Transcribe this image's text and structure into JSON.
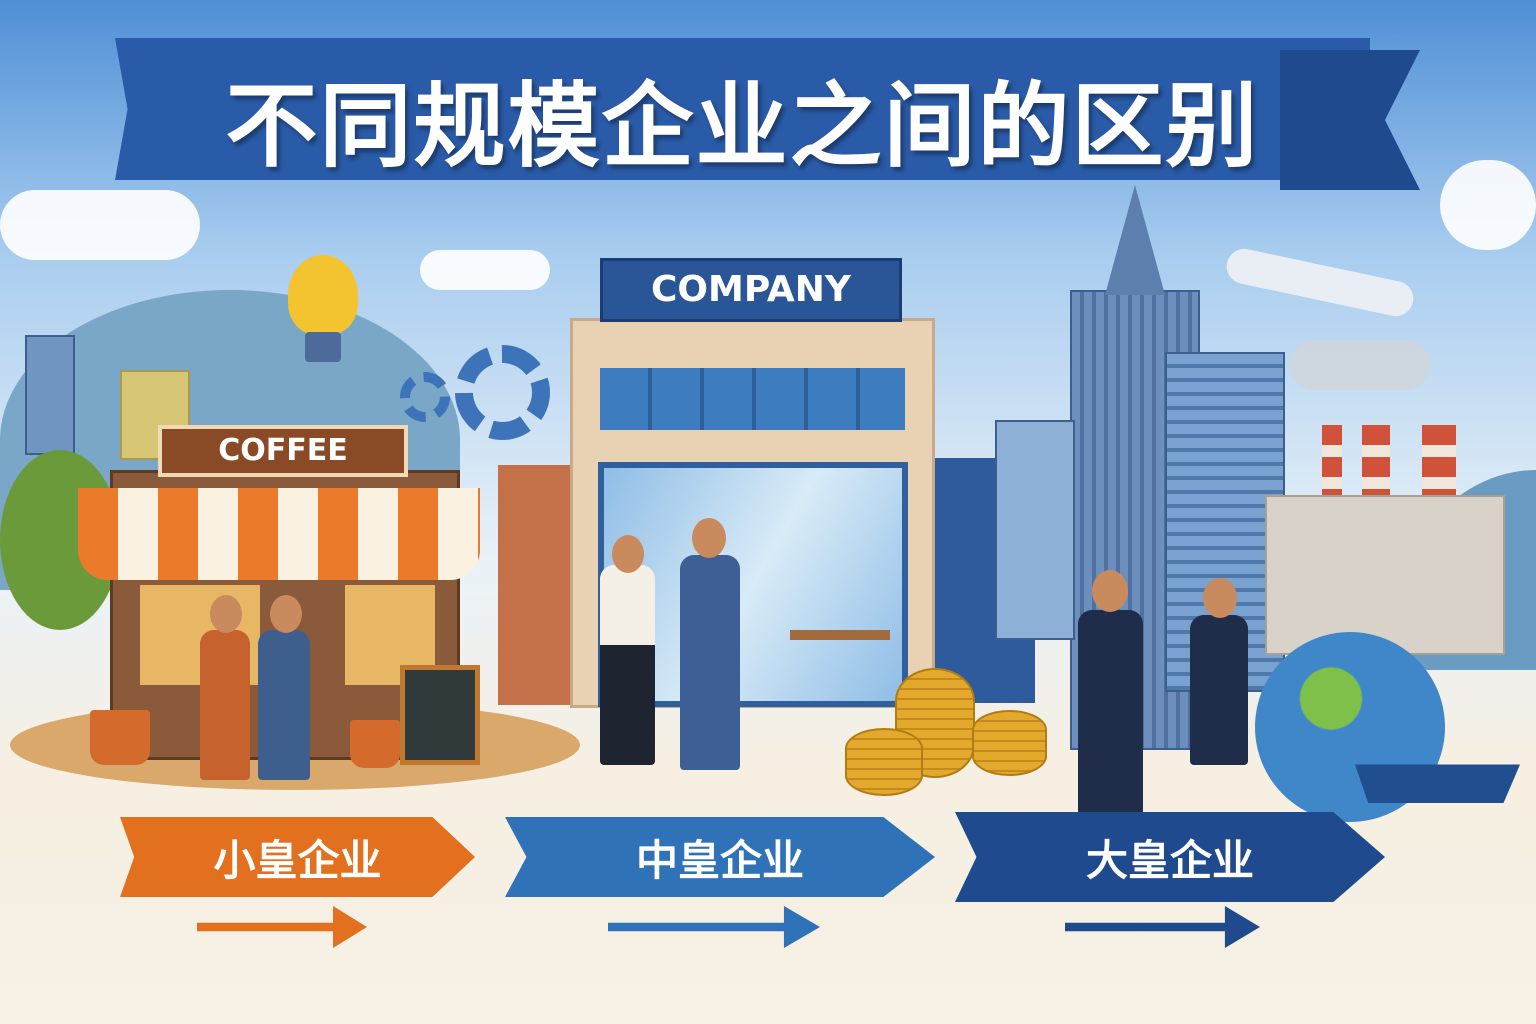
{
  "title": "不同规模企业之间的区别",
  "signs": {
    "coffee": "COFFEE",
    "company": "COMPANY"
  },
  "stages": [
    {
      "label": "小皇企业",
      "color": "#e2701f"
    },
    {
      "label": "中皇企业",
      "color": "#2f72b8"
    },
    {
      "label": "大皇企业",
      "color": "#1f4a8e"
    }
  ]
}
